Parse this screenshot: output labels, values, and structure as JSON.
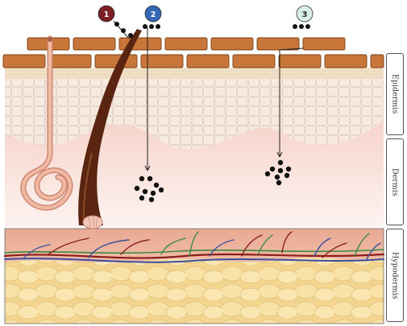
{
  "layers": {
    "epidermis": "Epidermis",
    "dermis": "Dermis",
    "hypodermis": "Hypodermis"
  },
  "markers": [
    {
      "label": "1",
      "color": "#7b1f22",
      "text_color": "#ffffff"
    },
    {
      "label": "2",
      "color": "#3568b4",
      "text_color": "#ffffff"
    },
    {
      "label": "3",
      "color": "#d8efe9",
      "text_color": "#222222"
    }
  ],
  "colors": {
    "brick": "#c8763a",
    "brick_outline": "#7a3e12",
    "epidermis": "#f5e6dc",
    "dermis": "#f9ddd6",
    "hypodermis_fat": "#f6dc9a",
    "hair": "#5a2510",
    "sweat_gland": "#e2a087",
    "artery": "#8b1e1e",
    "vein": "#3b4f9e",
    "nerve": "#3c8a3c"
  }
}
